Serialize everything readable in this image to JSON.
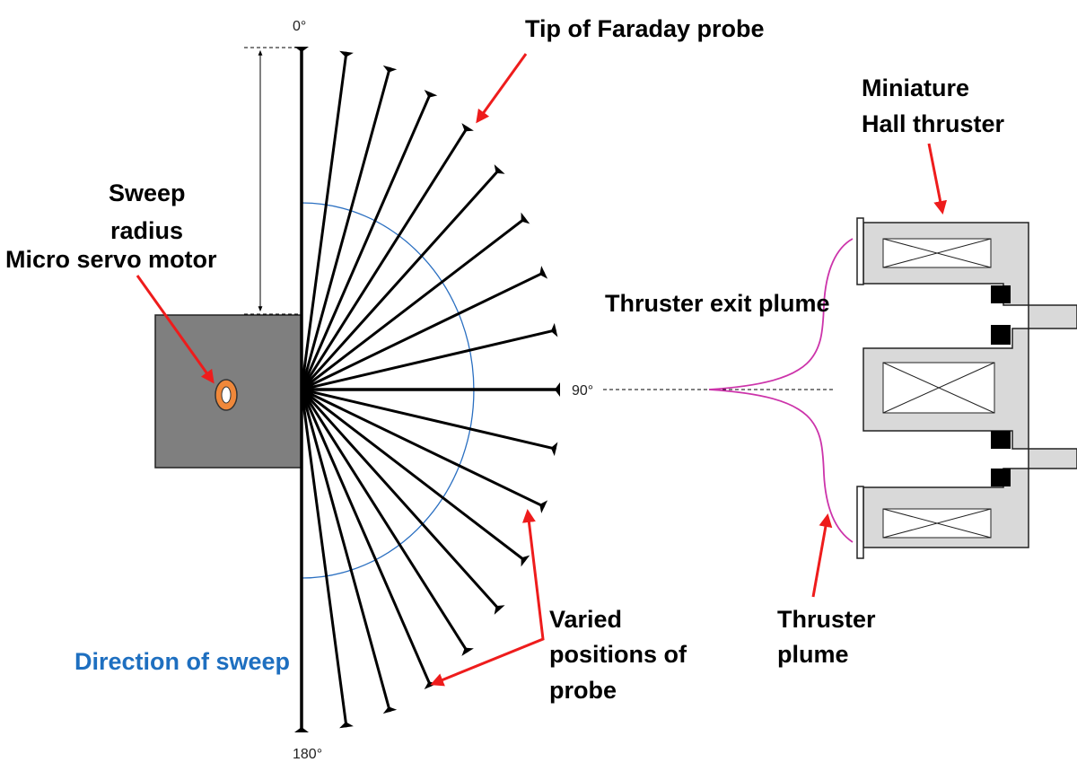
{
  "labels": {
    "angle_0": "0°",
    "angle_90": "90°",
    "angle_180": "180°",
    "tip": "Tip of Faraday probe",
    "sweep_radius_line1": "Sweep",
    "sweep_radius_line2": "radius",
    "servo": "Micro servo motor",
    "exit_plume": "Thruster exit plume",
    "thruster_line1": "Miniature",
    "thruster_line2": "Hall thruster",
    "direction": "Direction of sweep",
    "varied_line1": "Varied",
    "varied_line2": "positions of",
    "varied_line3": "probe",
    "plume_line1": "Thruster",
    "plume_line2": "plume"
  },
  "probe_sweep": {
    "start_angle_deg": 0,
    "end_angle_deg": 180,
    "positions": 19
  },
  "colors": {
    "arrow": "#ee1c1c",
    "sweep_arc": "#2a6fc1",
    "direction_text": "#1e6fc0",
    "motor_body": "#7f7f7f",
    "servo_ring": "#f0883a",
    "thruster_body": "#d9d9d9",
    "plume": "#cc33aa"
  }
}
